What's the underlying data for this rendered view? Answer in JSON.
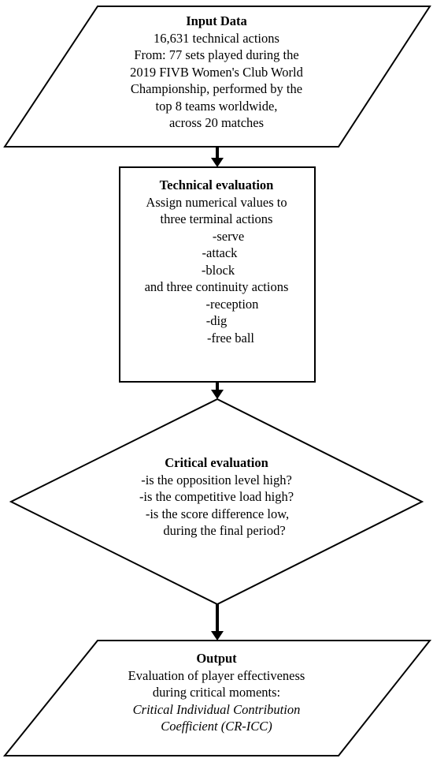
{
  "input": {
    "title": "Input Data",
    "lines": [
      "16,631 technical actions",
      "From: 77 sets played during the",
      "2019 FIVB Women's Club World",
      "Championship, performed by the",
      "top 8 teams worldwide,",
      "across 20 matches"
    ]
  },
  "technical": {
    "title": "Technical evaluation",
    "lines": [
      "Assign numerical values to",
      "three terminal actions",
      "-serve",
      "-attack",
      "-block",
      "and three continuity actions",
      "-reception",
      "-dig",
      "-free ball"
    ]
  },
  "critical": {
    "title": "Critical evaluation",
    "lines": [
      "-is the opposition level high?",
      "-is the competitive load high?",
      "-is the score difference low,",
      "during the final period?"
    ]
  },
  "output": {
    "title": "Output",
    "lines": [
      "Evaluation of player effectiveness",
      "during critical moments:",
      "Critical Individual Contribution",
      "Coefficient (CR-ICC)"
    ]
  }
}
